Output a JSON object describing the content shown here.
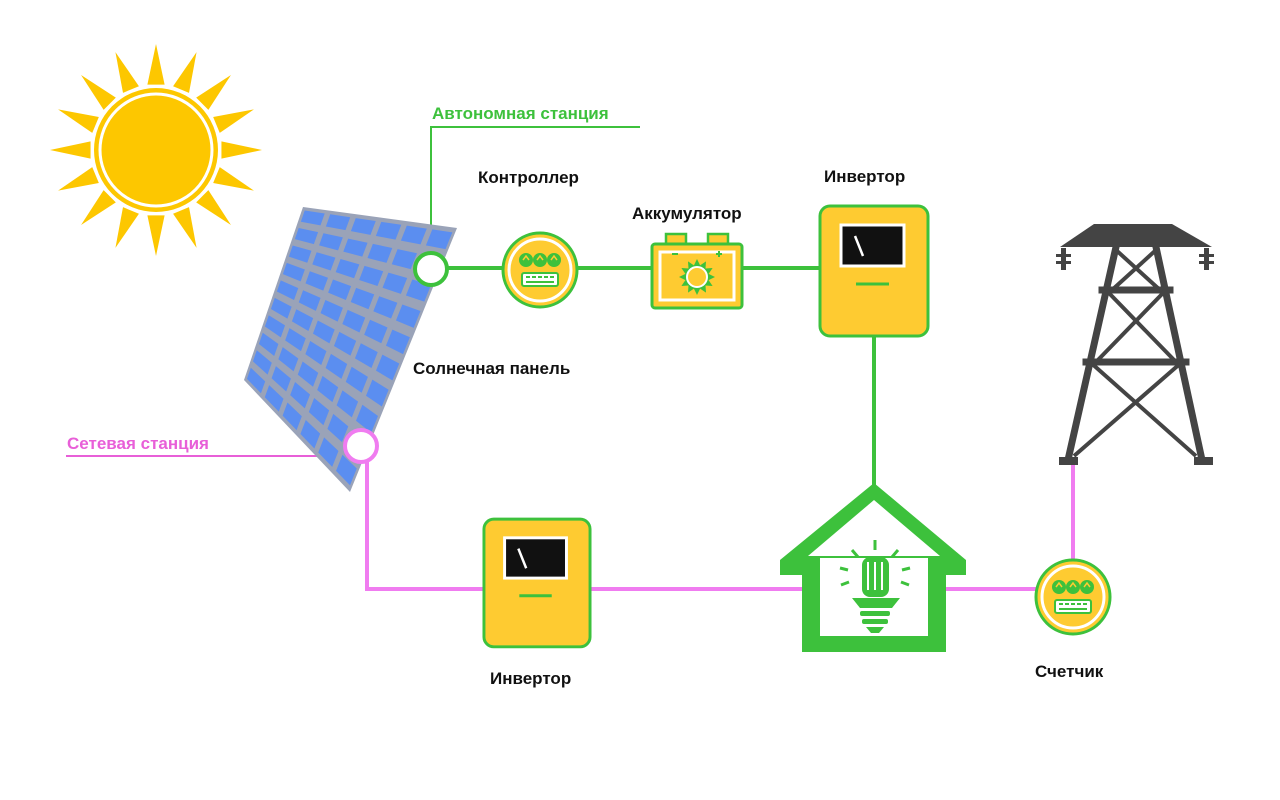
{
  "colors": {
    "sun": "#fdc700",
    "panel_frame": "#9aa3b8",
    "panel_cell": "#5b8ef0",
    "green_line": "#3dc13c",
    "pink_line": "#f07cf0",
    "device_yellow": "#fecb31",
    "device_border": "#3dc13c",
    "tower": "#444444"
  },
  "labels": {
    "autonomous_station": "Автономная станция",
    "grid_station": "Сетевая станция",
    "controller": "Контроллер",
    "battery": "Аккумулятор",
    "inverter_top": "Инвертор",
    "solar_panel": "Солнечная панель",
    "inverter_bottom": "Инвертор",
    "meter": "Счетчик"
  },
  "icons": {
    "sun": "sun-icon",
    "solar_panel": "solar-panel-icon",
    "controller": "meter-gauge-icon",
    "battery": "battery-icon",
    "inverter": "inverter-icon",
    "house": "house-lightbulb-icon",
    "tower": "power-tower-icon",
    "meter": "meter-gauge-icon"
  }
}
